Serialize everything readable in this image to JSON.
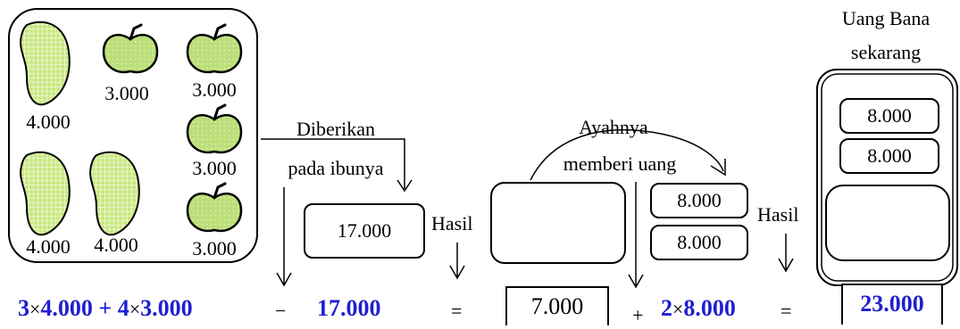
{
  "colors": {
    "fruit_fill": "#bcdf7a",
    "equation_blue": "#1f1fd1"
  },
  "icons": [
    "mango-icon",
    "apple-icon"
  ],
  "basket": {
    "mango_prices": [
      "4.000",
      "4.000",
      "4.000"
    ],
    "apple_prices": [
      "3.000",
      "3.000",
      "3.000",
      "3.000"
    ]
  },
  "labels": {
    "given_to_mother": "Diberikan",
    "given_to_mother_2": "pada ibunya",
    "result_1": "Hasil",
    "father_gives": "Ayahnya",
    "father_gives_2": "memberi uang",
    "result_2": "Hasil",
    "bana_money": "Uang Bana",
    "bana_money_2": "sekarang"
  },
  "boxes": {
    "given_amount": "17.000",
    "father_notes": [
      "8.000",
      "8.000"
    ],
    "final_notes": [
      "8.000",
      "8.000"
    ]
  },
  "equation": {
    "term1_count": "3",
    "times": "×",
    "term1_value": "4.000",
    "plus": "+",
    "term2_count": "4",
    "term2_value": "3.000",
    "minus": "−",
    "given": "17.000",
    "equals": "=",
    "remaining": "7.000",
    "plus2": "+",
    "term3_count": "2",
    "term3_value": "8.000",
    "equals2": "=",
    "total": "23.000"
  }
}
